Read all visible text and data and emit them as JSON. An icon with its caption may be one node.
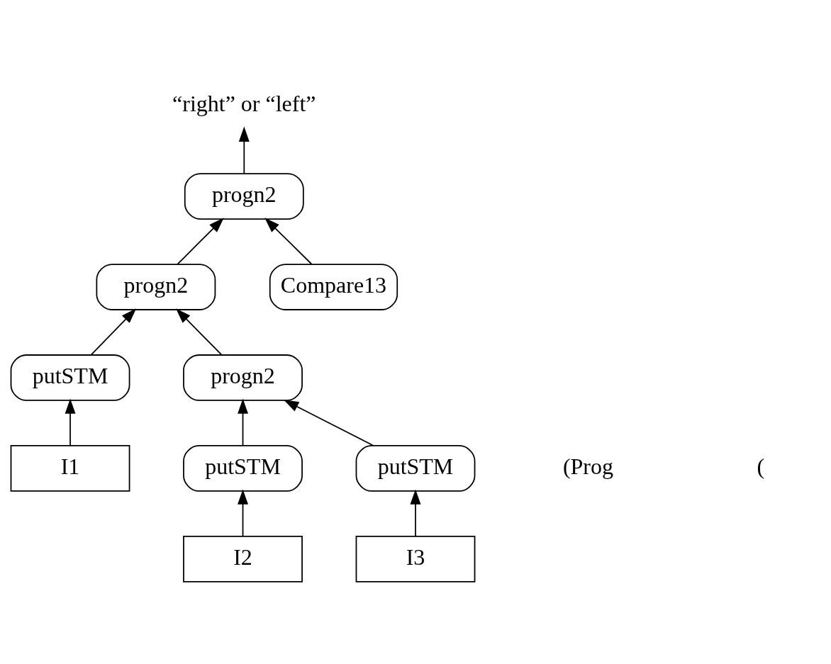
{
  "diagram": {
    "nodes": [
      {
        "text": [
          "“right” or “left”"
        ]
      },
      {
        "text": [
          "progn2"
        ]
      },
      {
        "text": [
          "progn2"
        ]
      },
      {
        "text": [
          "Compare13"
        ]
      },
      {
        "text": [
          "putSTM"
        ]
      },
      {
        "text": [
          "progn2"
        ]
      },
      {
        "text": [
          "I1"
        ]
      },
      {
        "text": [
          "putSTM"
        ]
      },
      {
        "text": [
          "putSTM"
        ]
      },
      {
        "text": [
          "I2"
        ]
      },
      {
        "text": [
          "I3"
        ]
      }
    ],
    "edges": [
      {
        "from": 1,
        "to": 0,
        "arrow": "to"
      },
      {
        "from": 2,
        "to": 1,
        "arrow": "to"
      },
      {
        "from": 3,
        "to": 1,
        "arrow": "to"
      },
      {
        "from": 4,
        "to": 2,
        "arrow": "to"
      },
      {
        "from": 5,
        "to": 2,
        "arrow": "to"
      },
      {
        "from": 6,
        "to": 4,
        "arrow": "to"
      },
      {
        "from": 7,
        "to": 5,
        "arrow": "to"
      },
      {
        "from": 8,
        "to": 5,
        "arrow": "to"
      },
      {
        "from": 9,
        "to": 7,
        "arrow": "to"
      },
      {
        "from": 10,
        "to": 8,
        "arrow": "to"
      }
    ],
    "labels": [
      "(Prog",
      "("
    ]
  }
}
